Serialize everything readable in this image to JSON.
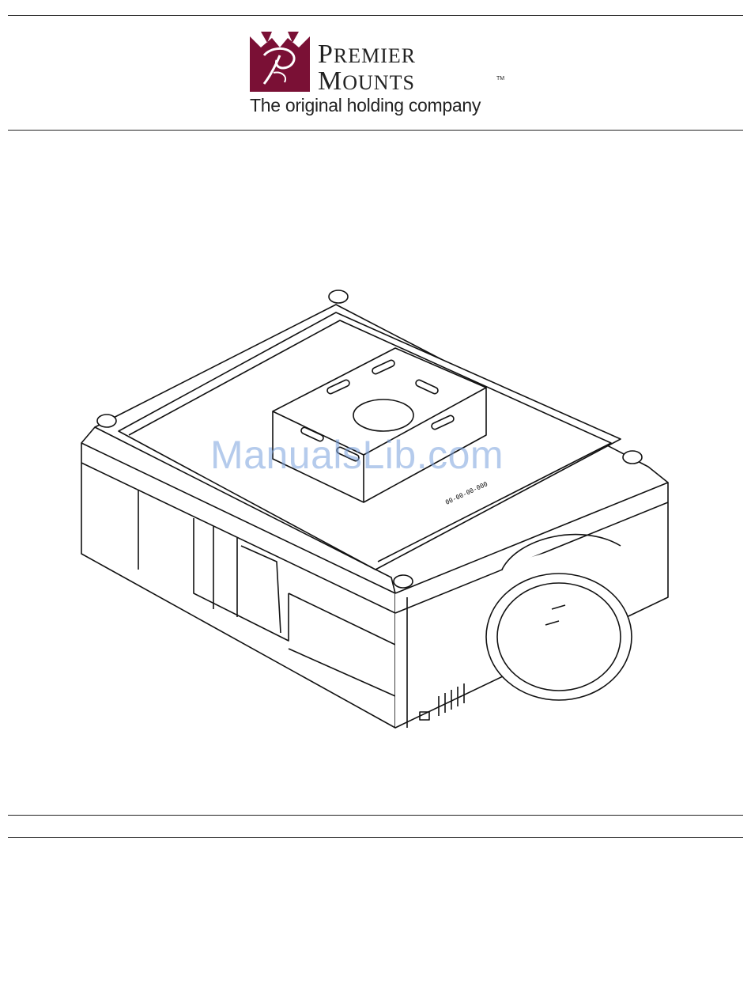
{
  "logo": {
    "brand_line_1_initial": "P",
    "brand_line_1_rest": "REMIER",
    "brand_line_2_initial": "M",
    "brand_line_2_rest": "OUNTS",
    "trademark": "TM",
    "tagline": "The original holding company",
    "mark_color": "#7a1035"
  },
  "watermark": {
    "text": "ManualsLib.com",
    "color": "#7aa0dc"
  },
  "drawing": {
    "part_marking": "00-00-00-000"
  }
}
